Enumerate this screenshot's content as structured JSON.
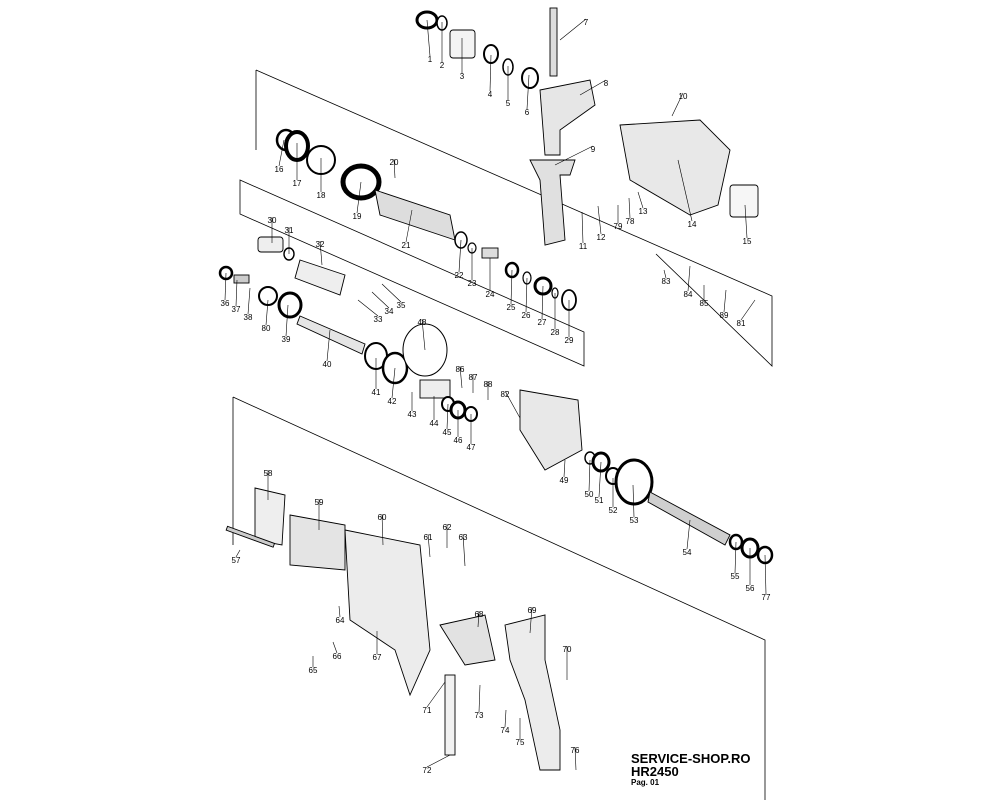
{
  "parts": [
    {
      "n": "1"
    },
    {
      "n": "2"
    },
    {
      "n": "3"
    },
    {
      "n": "4"
    },
    {
      "n": "5"
    },
    {
      "n": "6"
    },
    {
      "n": "7"
    },
    {
      "n": "8"
    },
    {
      "n": "9"
    },
    {
      "n": "10"
    },
    {
      "n": "11"
    },
    {
      "n": "12"
    },
    {
      "n": "13"
    },
    {
      "n": "14"
    },
    {
      "n": "15"
    },
    {
      "n": "16"
    },
    {
      "n": "17"
    },
    {
      "n": "18"
    },
    {
      "n": "19"
    },
    {
      "n": "20"
    },
    {
      "n": "21"
    },
    {
      "n": "22"
    },
    {
      "n": "23"
    },
    {
      "n": "24"
    },
    {
      "n": "25"
    },
    {
      "n": "26"
    },
    {
      "n": "27"
    },
    {
      "n": "28"
    },
    {
      "n": "29"
    },
    {
      "n": "30"
    },
    {
      "n": "31"
    },
    {
      "n": "32"
    },
    {
      "n": "33"
    },
    {
      "n": "34"
    },
    {
      "n": "35"
    },
    {
      "n": "36"
    },
    {
      "n": "37"
    },
    {
      "n": "38"
    },
    {
      "n": "39"
    },
    {
      "n": "40"
    },
    {
      "n": "41"
    },
    {
      "n": "42"
    },
    {
      "n": "43"
    },
    {
      "n": "44"
    },
    {
      "n": "45"
    },
    {
      "n": "46"
    },
    {
      "n": "47"
    },
    {
      "n": "48"
    },
    {
      "n": "49"
    },
    {
      "n": "50"
    },
    {
      "n": "51"
    },
    {
      "n": "52"
    },
    {
      "n": "53"
    },
    {
      "n": "54"
    },
    {
      "n": "55"
    },
    {
      "n": "56"
    },
    {
      "n": "57"
    },
    {
      "n": "58"
    },
    {
      "n": "59"
    },
    {
      "n": "60"
    },
    {
      "n": "61"
    },
    {
      "n": "62"
    },
    {
      "n": "63"
    },
    {
      "n": "64"
    },
    {
      "n": "65"
    },
    {
      "n": "66"
    },
    {
      "n": "67"
    },
    {
      "n": "68"
    },
    {
      "n": "69"
    },
    {
      "n": "70"
    },
    {
      "n": "71"
    },
    {
      "n": "72"
    },
    {
      "n": "73"
    },
    {
      "n": "74"
    },
    {
      "n": "75"
    },
    {
      "n": "76"
    },
    {
      "n": "77"
    },
    {
      "n": "78"
    },
    {
      "n": "79"
    },
    {
      "n": "80"
    },
    {
      "n": "81"
    },
    {
      "n": "82"
    },
    {
      "n": "83"
    },
    {
      "n": "84"
    },
    {
      "n": "85"
    },
    {
      "n": "86"
    },
    {
      "n": "87"
    },
    {
      "n": "88"
    },
    {
      "n": "89"
    }
  ],
  "footer": {
    "shop": "SERVICE-SHOP.RO",
    "model": "HR2450",
    "page": "Pag. 01"
  },
  "colors": {
    "ink": "#000000",
    "paper": "#ffffff",
    "shade": "#bdbdbd"
  }
}
